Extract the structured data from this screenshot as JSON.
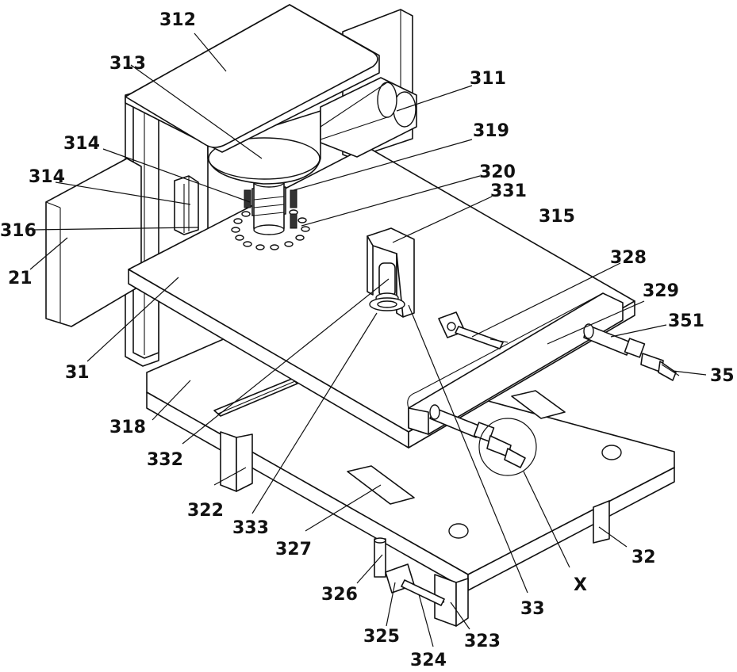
{
  "labels": {
    "l312": "312",
    "l313": "313",
    "l311": "311",
    "l319": "319",
    "l314a": "314",
    "l314b": "314",
    "l320": "320",
    "l331": "331",
    "l316": "316",
    "l315": "315",
    "l21": "21",
    "l328": "328",
    "l329": "329",
    "l351": "351",
    "l31": "31",
    "l35": "35",
    "l318": "318",
    "l332": "332",
    "l322": "322",
    "l333": "333",
    "l327": "327",
    "l32": "32",
    "lX": "X",
    "l326": "326",
    "l33": "33",
    "l325": "325",
    "l323": "323",
    "l324": "324"
  }
}
